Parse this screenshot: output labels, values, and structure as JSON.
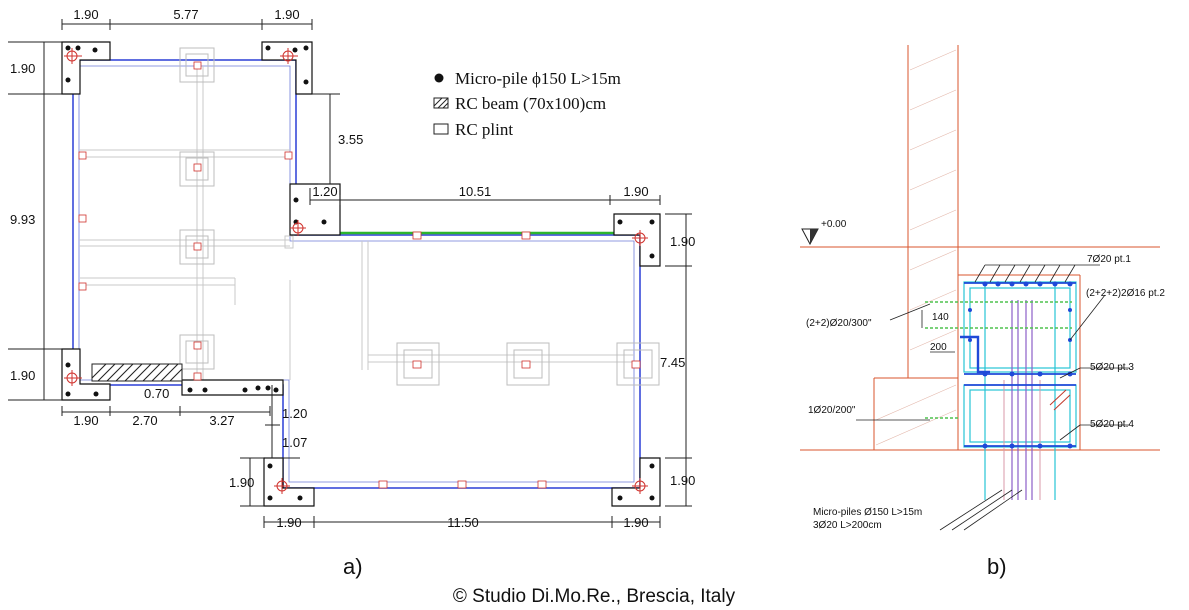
{
  "plan": {
    "dims_top": [
      "1.90",
      "5.77",
      "1.90"
    ],
    "dims_left": [
      "1.90",
      "9.93",
      "1.90"
    ],
    "dim_3_55": "3.55",
    "dims_mid": [
      "1.20",
      "10.51",
      "1.90"
    ],
    "dims_right": [
      "1.90",
      "7.45",
      "1.90"
    ],
    "dims_bottom_left": [
      "1.90",
      "2.70",
      "3.27"
    ],
    "dim_0_70": "0.70",
    "dims_notch": [
      "1.20",
      "1.07"
    ],
    "dim_1_90_lower": "1.90",
    "dims_bottom": [
      "1.90",
      "11.50",
      "1.90"
    ],
    "caption": "a)"
  },
  "legend": {
    "micropile": "Micro-pile ϕ150 L>15m",
    "beam": "RC beam (70x100)cm",
    "plint": "RC plint"
  },
  "section": {
    "level": "+0.00",
    "bars": [
      "7Ø20 pt.1",
      "(2+2+2)2Ø16 pt.2",
      "5Ø20 pt.3",
      "5Ø20 pt.4"
    ],
    "left_labels": [
      "(2+2)Ø20/300\"",
      "1Ø20/200\""
    ],
    "dim_140": "140",
    "dim_200": "200",
    "micropiles": [
      "Micro-piles Ø150 L>15m",
      "3Ø20 L>200cm"
    ],
    "caption": "b)"
  },
  "copyright": "© Studio Di.Mo.Re., Brescia, Italy"
}
